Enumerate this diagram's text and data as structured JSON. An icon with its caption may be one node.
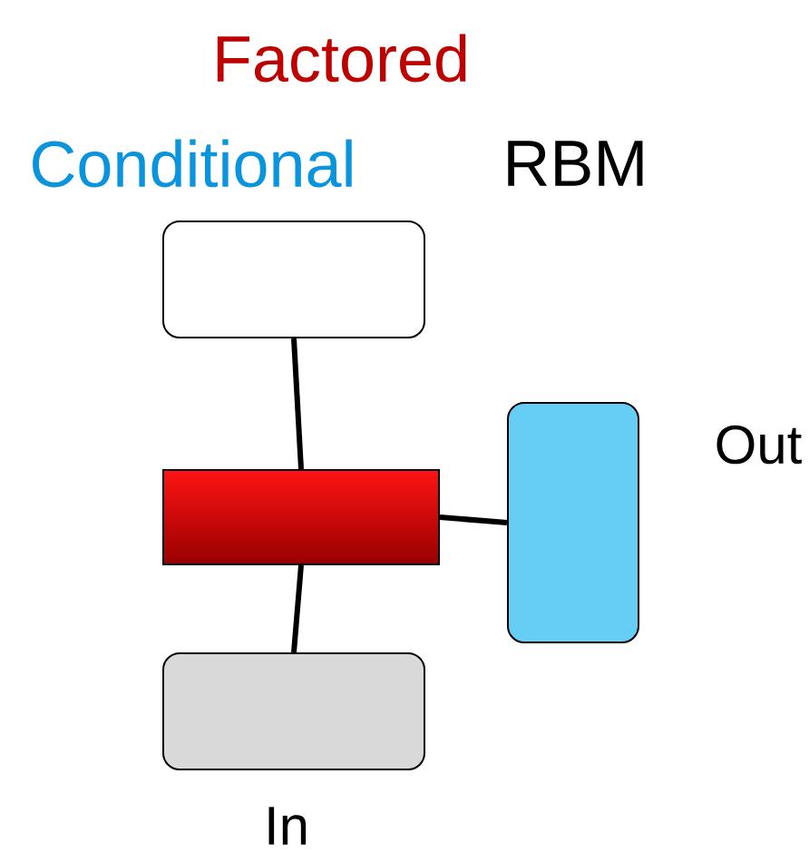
{
  "diagram": {
    "nodes": [
      {
        "text": [],
        "shape": "box"
      },
      {
        "text": [],
        "shape": "bar"
      },
      {
        "text": [],
        "shape": "box",
        "beside": [
          "In"
        ]
      },
      {
        "text": [],
        "shape": "box",
        "beside": [
          "Out"
        ]
      }
    ],
    "edges": [
      {
        "from": 0,
        "to": 1,
        "arrow": "none"
      },
      {
        "from": 1,
        "to": 2,
        "arrow": "none"
      },
      {
        "from": 1,
        "to": 3,
        "arrow": "none"
      }
    ],
    "labels": [
      "Factored",
      "Conditional",
      "RBM"
    ]
  }
}
